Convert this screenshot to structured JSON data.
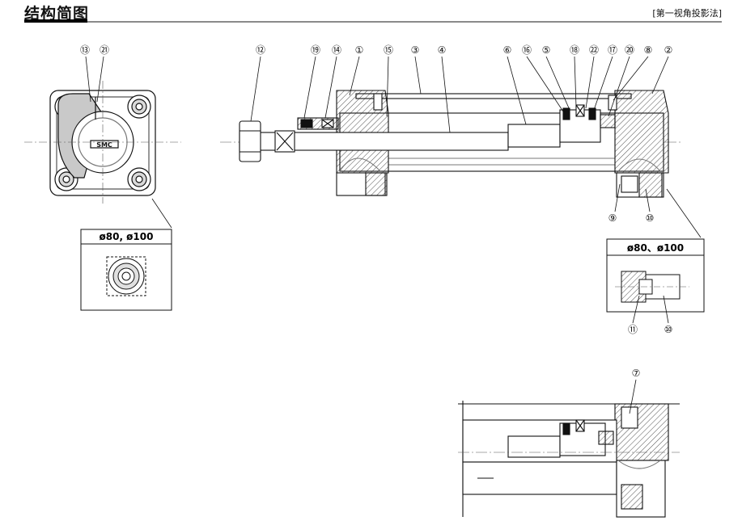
{
  "header": {
    "title": "结构简图",
    "projection": "[第一视角投影法]"
  },
  "callouts": {
    "c13": "⑬",
    "c21": "㉑",
    "c12": "⑫",
    "c19": "⑲",
    "c14": "⑭",
    "c1": "①",
    "c15": "⑮",
    "c3": "③",
    "c4": "④",
    "c6": "⑥",
    "c16": "⑯",
    "c5": "⑤",
    "c18": "⑱",
    "c22": "㉒",
    "c17": "⑰",
    "c20": "⑳",
    "c8": "⑧",
    "c2": "②",
    "c9": "⑨",
    "c10": "⑩",
    "c11": "⑪",
    "c10b": "⑩",
    "c7": "⑦"
  },
  "detail_boxes": {
    "left_title": "ø80, ø100",
    "right_title": "ø80、ø100"
  },
  "mark_text": "SMC"
}
